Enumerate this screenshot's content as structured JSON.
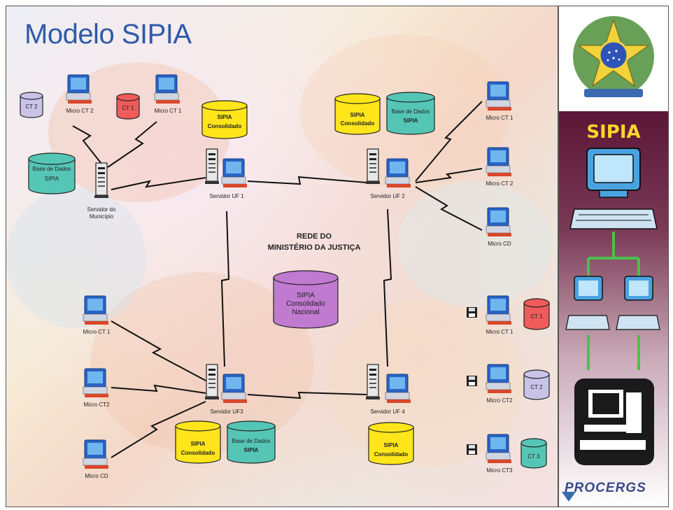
{
  "title": "Modelo SIPIA",
  "network": {
    "line1": "REDE DO",
    "line2": "MINISTÉRIO DA JUSTIÇA"
  },
  "national_db": {
    "line1": "SIPIA",
    "line2": "Consolidado",
    "line3": "Nacional"
  },
  "labels": {
    "ct1": "CT 1",
    "ct2": "CT 2",
    "ct3": "CT 3",
    "micro_ct1": "Micro CT 1",
    "micro_ct2_top": "Micro CT 2",
    "micro_ct2": "Micro CT2",
    "micro_ct3": "Micro CT3",
    "micro_cd": "Micro CD",
    "base_dados": "Base de Dados",
    "sipia": "SIPIA",
    "consolidado": "Consolidado",
    "servidor_do": "Servidor do",
    "municipio": "Município",
    "servidor_uf1": "Servidor UF 1",
    "servidor_uf2": "Servidor UF 2",
    "servidor_uf3": "Servidor UF3",
    "servidor_uf4": "Servidor UF 4"
  },
  "sidebar": {
    "title": "SIPIA",
    "brand": "PROCERGS"
  },
  "colors": {
    "title": "#2f5aa8",
    "db_yellow": "#ffe51a",
    "db_teal": "#55c6b6",
    "db_red": "#ef5a5a",
    "db_lavender": "#c9c3e8",
    "db_purple": "#c07ad0",
    "sidebar_maroon": "#5a1636",
    "sidebar_title": "#ffd42a",
    "link_green": "#4cc04c"
  }
}
